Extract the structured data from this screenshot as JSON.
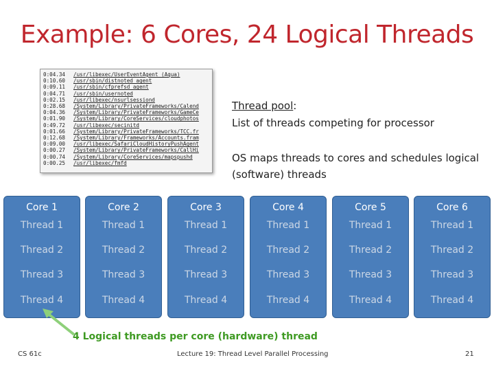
{
  "slide": {
    "title": "Example: 6 Cores, 24 Logical Threads",
    "pool_label": "Thread pool",
    "pool_colon": ":",
    "pool_desc": "List of threads competing for processor",
    "os_text": "OS maps threads to cores and schedules logical (software) threads",
    "caption": "4 Logical threads per core (hardware) thread",
    "footer_left": "CS 61c",
    "footer_center": "Lecture 19: Thread Level Parallel Processing",
    "footer_right": "21"
  },
  "terminal": [
    {
      "time": "0:04.34",
      "path": "/usr/libexec/UserEventAgent (Aqua)"
    },
    {
      "time": "0:10.60",
      "path": "/usr/sbin/distnoted agent"
    },
    {
      "time": "0:09.11",
      "path": "/usr/sbin/cfprefsd agent"
    },
    {
      "time": "0:04.71",
      "path": "/usr/sbin/usernoted"
    },
    {
      "time": "0:02.15",
      "path": "/usr/libexec/nsurlsessiond"
    },
    {
      "time": "0:28.68",
      "path": "/System/Library/PrivateFrameworks/Calend"
    },
    {
      "time": "0:04.36",
      "path": "/System/Library/PrivateFrameworks/GameCe"
    },
    {
      "time": "0:01.90",
      "path": "/System/Library/CoreServices/cloudphotos"
    },
    {
      "time": "0:49.72",
      "path": "/usr/libexec/secinitd"
    },
    {
      "time": "0:01.66",
      "path": "/System/Library/PrivateFrameworks/TCC.fr"
    },
    {
      "time": "0:12.68",
      "path": "/System/Library/Frameworks/Accounts.fram"
    },
    {
      "time": "0:09.00",
      "path": "/usr/libexec/SafariCloudHistoryPushAgent"
    },
    {
      "time": "0:00.27",
      "path": "/System/Library/PrivateFrameworks/CallHi"
    },
    {
      "time": "0:00.74",
      "path": "/System/Library/CoreServices/mapspushd"
    },
    {
      "time": "0:00.25",
      "path": "/usr/libexec/fmfd"
    }
  ],
  "cores": [
    {
      "name": "Core 1",
      "threads": [
        "Thread 1",
        "Thread 2",
        "Thread 3",
        "Thread 4"
      ]
    },
    {
      "name": "Core 2",
      "threads": [
        "Thread 1",
        "Thread 2",
        "Thread 3",
        "Thread 4"
      ]
    },
    {
      "name": "Core 3",
      "threads": [
        "Thread 1",
        "Thread 2",
        "Thread 3",
        "Thread 4"
      ]
    },
    {
      "name": "Core 4",
      "threads": [
        "Thread 1",
        "Thread 2",
        "Thread 3",
        "Thread 4"
      ]
    },
    {
      "name": "Core 5",
      "threads": [
        "Thread 1",
        "Thread 2",
        "Thread 3",
        "Thread 4"
      ]
    },
    {
      "name": "Core 6",
      "threads": [
        "Thread 1",
        "Thread 2",
        "Thread 3",
        "Thread 4"
      ]
    }
  ],
  "colors": {
    "title": "#c0262d",
    "core_fill": "#4a7ebb",
    "core_border": "#2f5d92",
    "thread_text": "#cdd8e6",
    "caption": "#3e9a22"
  }
}
